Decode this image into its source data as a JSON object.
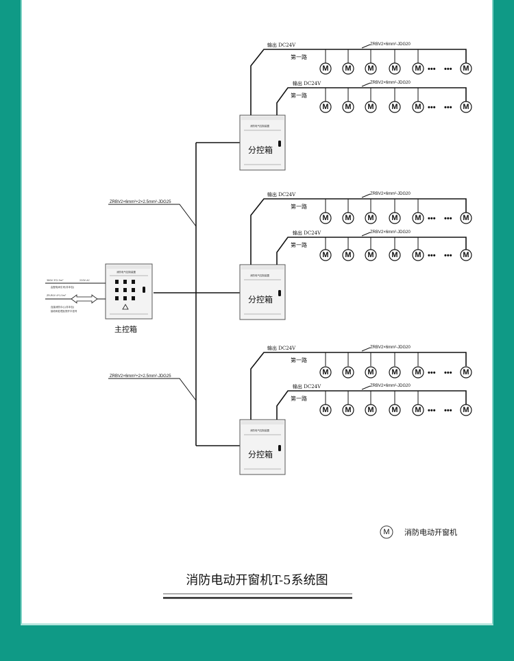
{
  "diagram": {
    "title": "消防电动开窗机T-5系统图",
    "main_box": {
      "label": "主控箱",
      "header": "消防电气控制装置",
      "inputs": {
        "power_left": "380V 3*2.5m²",
        "power_right": "220V AC",
        "power_note": "由配电间引来(非本包)",
        "signal_left": "ZR-RVV 4*1.5m²",
        "signal_note1": "连接消防中心(非本包)",
        "signal_note2": "接收和处理反馈开平信号"
      }
    },
    "sub_boxes": [
      {
        "label": "分控箱",
        "header": "消防电气控制装置",
        "cable": "ZRBV2×6mm²+2×2.5mm²-JDG25"
      },
      {
        "label": "分控箱",
        "header": "消防电气控制装置",
        "cable": ""
      },
      {
        "label": "分控箱",
        "header": "消防电气控制装置",
        "cable": "ZRBV2×6mm²+2×2.5mm²-JDG25"
      }
    ],
    "circuit": {
      "output": "输出  DC24V",
      "route": "第一路",
      "cable": "ZRBV2×6mm²-JDG20",
      "motor_symbol": "M",
      "ellipsis": "•••"
    },
    "legend": {
      "symbol": "M",
      "text": "消防电动开窗机"
    }
  }
}
